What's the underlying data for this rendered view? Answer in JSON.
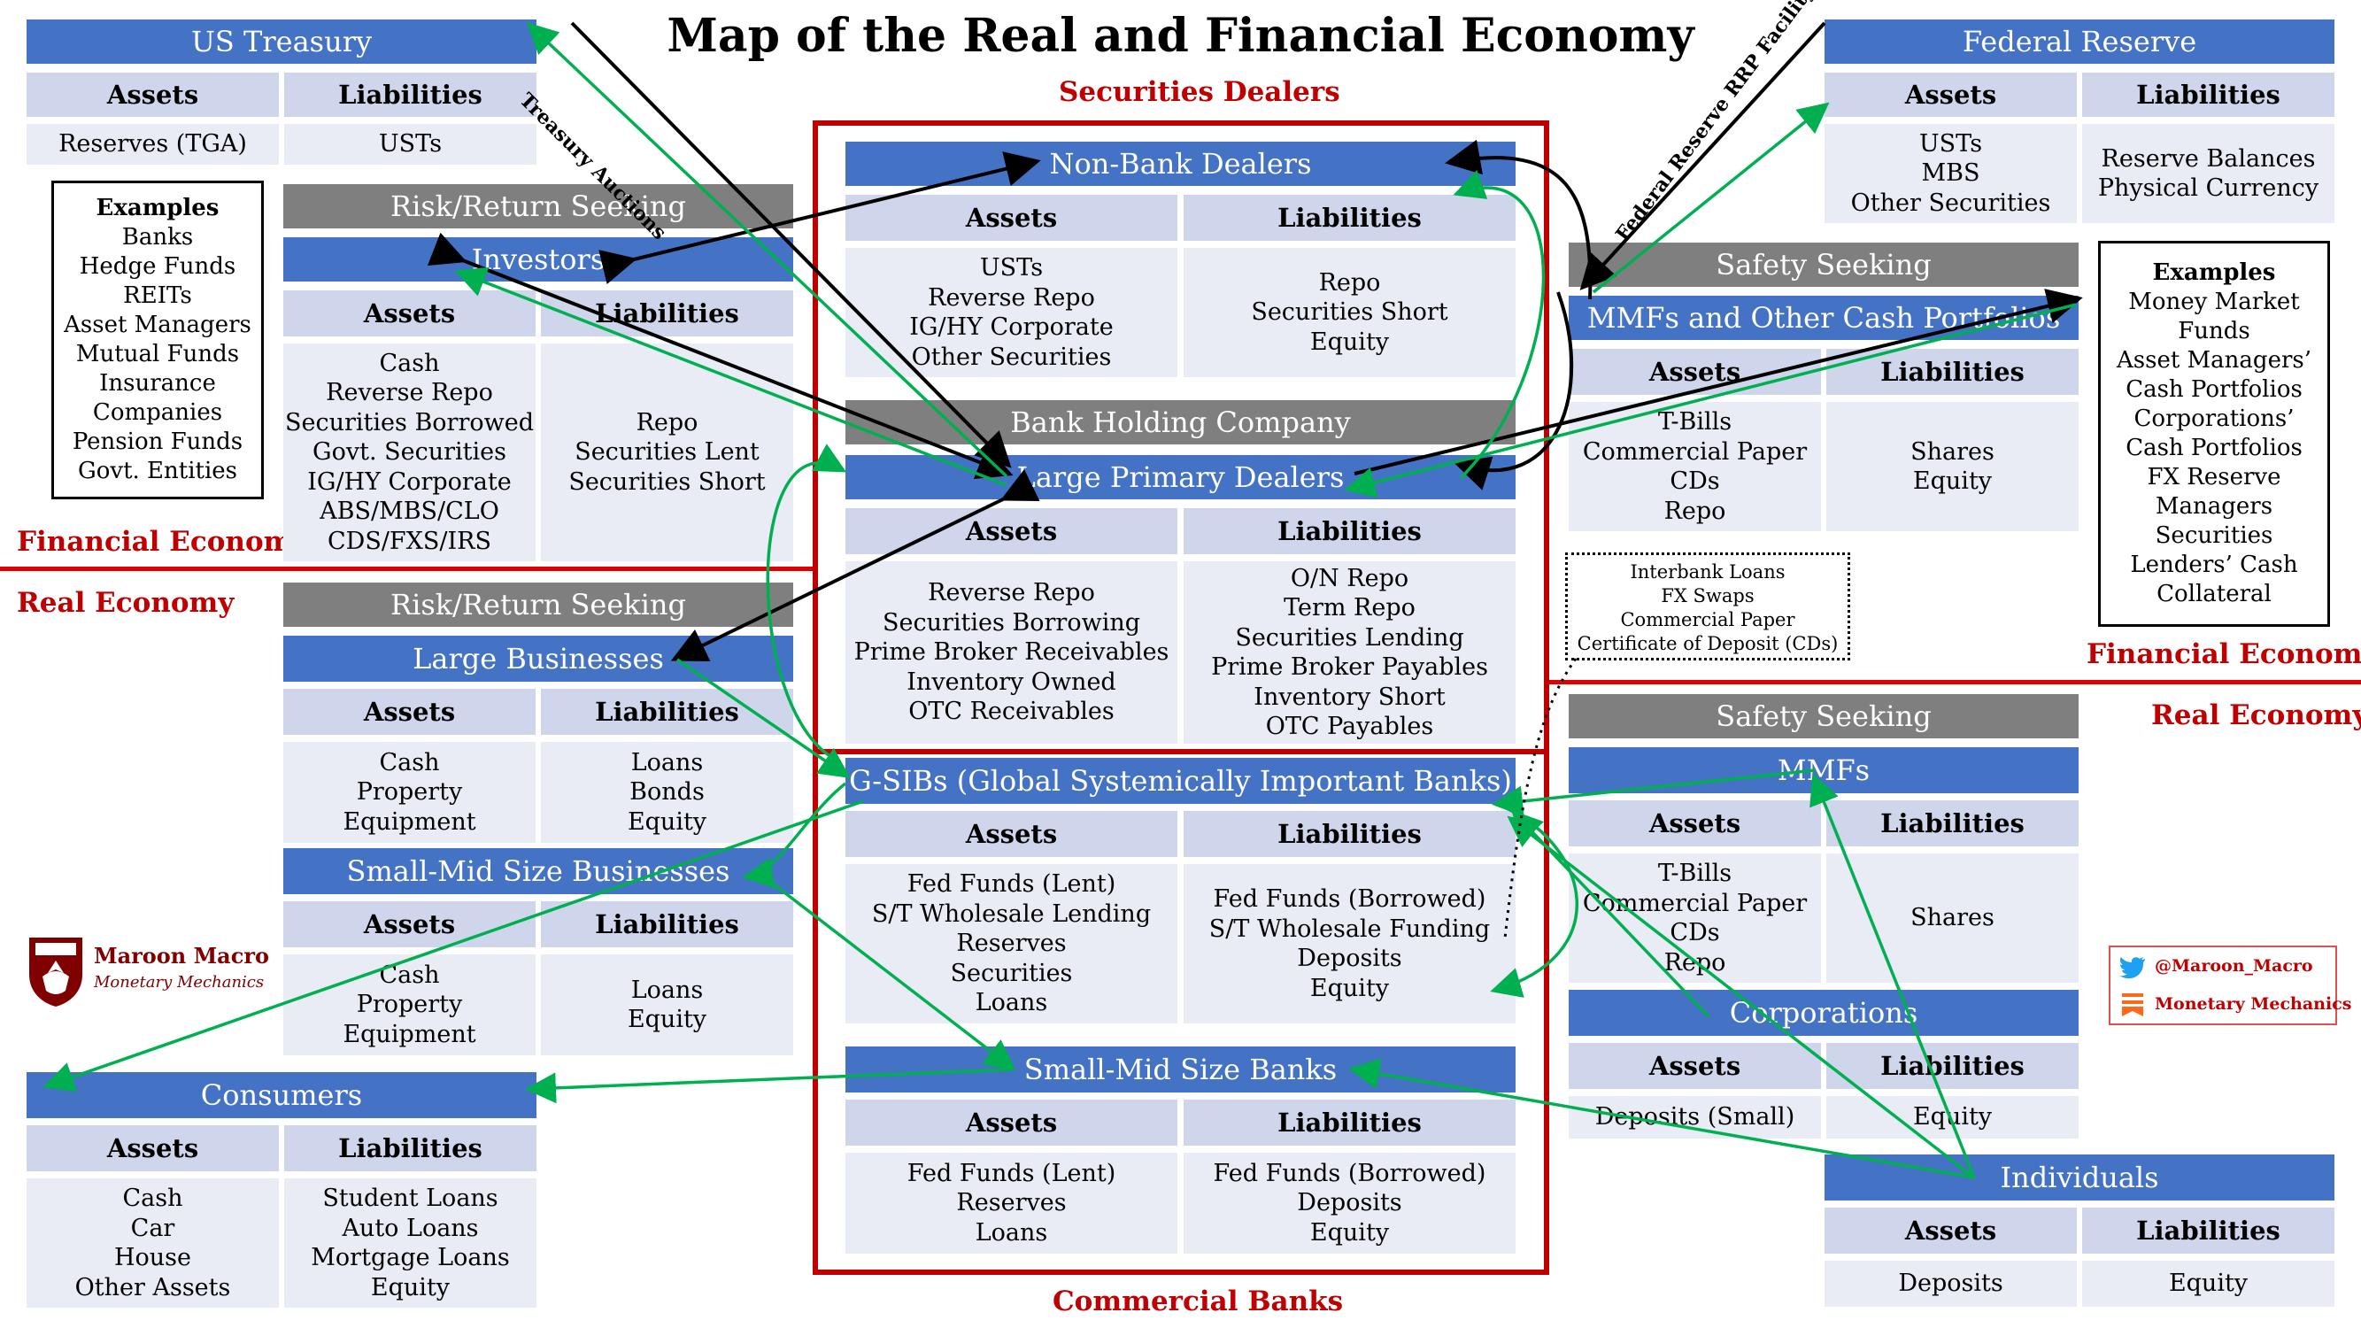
{
  "title": "Map of the Real and Financial Economy",
  "labels": {
    "securities_dealers": "Securities Dealers",
    "commercial_banks": "Commercial Banks",
    "financial_economy": "Financial Economy",
    "real_economy": "Real Economy",
    "treasury_auctions": "Treasury Auctions",
    "fed_rrp": "Federal Reserve RRP Facility"
  },
  "common": {
    "assets": "Assets",
    "liabilities": "Liabilities"
  },
  "groups": {
    "risk_return": "Risk/Return Seeking",
    "safety": "Safety Seeking",
    "bhc": "Bank Holding Company"
  },
  "us_treasury": {
    "title": "US Treasury",
    "assets": "Reserves (TGA)",
    "liabilities": "USTs"
  },
  "federal_reserve": {
    "title": "Federal Reserve",
    "assets": "USTs\nMBS\nOther Securities",
    "liabilities": "Reserve Balances\nPhysical Currency"
  },
  "investors": {
    "title": "Investors",
    "assets": "Cash\nReverse Repo\nSecurities Borrowed\nGovt. Securities\nIG/HY Corporate\nABS/MBS/CLO\nCDS/FXS/IRS",
    "liabilities": "Repo\nSecurities Lent\nSecurities Short"
  },
  "non_bank_dealers": {
    "title": "Non-Bank Dealers",
    "assets": "USTs\nReverse Repo\nIG/HY Corporate\nOther Securities",
    "liabilities": "Repo\nSecurities Short\nEquity"
  },
  "large_primary_dealers": {
    "title": "Large Primary Dealers",
    "assets": "Reverse Repo\nSecurities Borrowing\nPrime Broker Receivables\nInventory Owned\nOTC Receivables",
    "liabilities": "O/N Repo\nTerm Repo\nSecurities Lending\nPrime Broker Payables\nInventory Short\nOTC Payables"
  },
  "mmfs_cash": {
    "title": "MMFs and Other Cash Portfolios",
    "assets": "T-Bills\nCommercial Paper\nCDs\nRepo",
    "liabilities": "Shares\nEquity"
  },
  "examples_left": {
    "heading": "Examples",
    "body": "Banks\nHedge Funds\nREITs\nAsset Managers\nMutual Funds\nInsurance\nCompanies\nPension Funds\nGovt. Entities"
  },
  "examples_right": {
    "heading": "Examples",
    "body": "Money Market\nFunds\nAsset Managers’\nCash Portfolios\nCorporations’\nCash Portfolios\nFX Reserve\nManagers\nSecurities\nLenders’ Cash\nCollateral"
  },
  "interbank_box": "Interbank Loans\nFX Swaps\nCommercial Paper\nCertificate of Deposit (CDs)",
  "large_businesses": {
    "title": "Large Businesses",
    "assets": "Cash\nProperty\nEquipment",
    "liabilities": "Loans\nBonds\nEquity"
  },
  "small_mid_businesses": {
    "title": "Small-Mid Size Businesses",
    "assets": "Cash\nProperty\nEquipment",
    "liabilities": "Loans\nEquity"
  },
  "gsibs": {
    "title": "G-SIBs (Global Systemically Important Banks)",
    "assets": "Fed Funds (Lent)\nS/T Wholesale Lending\nReserves\nSecurities\nLoans",
    "liabilities": "Fed Funds (Borrowed)\nS/T Wholesale Funding\nDeposits\nEquity"
  },
  "small_mid_banks": {
    "title": "Small-Mid Size Banks",
    "assets": "Fed Funds (Lent)\nReserves\nLoans",
    "liabilities": "Fed Funds (Borrowed)\nDeposits\nEquity"
  },
  "consumers": {
    "title": "Consumers",
    "assets": "Cash\nCar\nHouse\nOther Assets",
    "liabilities": "Student Loans\nAuto Loans\nMortgage Loans\nEquity"
  },
  "mmfs": {
    "title": "MMFs",
    "assets": "T-Bills\nCommercial Paper\nCDs\nRepo",
    "liabilities": "Shares"
  },
  "corporations": {
    "title": "Corporations",
    "assets": "Deposits (Small)",
    "liabilities": "Equity"
  },
  "individuals": {
    "title": "Individuals",
    "assets": "Deposits",
    "liabilities": "Equity"
  },
  "logo": {
    "name": "Maroon Macro",
    "tagline": "Monetary Mechanics"
  },
  "social": {
    "twitter": "@Maroon_Macro",
    "substack": "Monetary Mechanics"
  },
  "colors": {
    "blue": "#4472C4",
    "gray": "#7F7F7F",
    "header": "#CFD5EA",
    "cell": "#E9EBF5",
    "red": "#C00000",
    "green": "#00B050",
    "maroon": "#800000",
    "twitter": "#1DA1F2",
    "substack": "#FF6719"
  }
}
